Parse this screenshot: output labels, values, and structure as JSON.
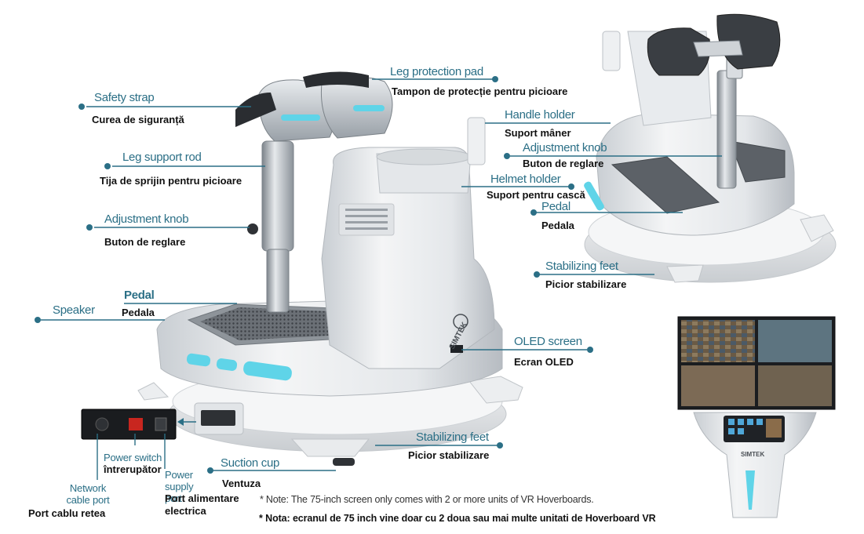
{
  "labels": {
    "leg_protection_pad": {
      "en": "Leg protection pad",
      "ro": "Tampon de protecție pentru picioare"
    },
    "safety_strap": {
      "en": "Safety strap",
      "ro": "Curea de siguranță"
    },
    "handle_holder": {
      "en": "Handle holder",
      "ro": "Suport mâner"
    },
    "adjustment_knob_right": {
      "en": "Adjustment knob",
      "ro": "Buton de reglare"
    },
    "leg_support_rod": {
      "en": "Leg support rod",
      "ro": "Tija de sprijin pentru picioare"
    },
    "helmet_holder": {
      "en": "Helmet holder",
      "ro": "Suport pentru cască"
    },
    "pedal_right": {
      "en": "Pedal",
      "ro": "Pedala"
    },
    "adjustment_knob_left": {
      "en": "Adjustment knob",
      "ro": "Buton de reglare"
    },
    "stabilizing_feet_right": {
      "en": "Stabilizing feet",
      "ro": "Picior stabilizare"
    },
    "speaker": {
      "en": "Speaker"
    },
    "pedal_left": {
      "en": "Pedal",
      "ro": "Pedala"
    },
    "oled_screen": {
      "en": "OLED screen",
      "ro": "Ecran OLED"
    },
    "stabilizing_feet_bottom": {
      "en": "Stabilizing feet",
      "ro": "Picior stabilizare"
    },
    "power_switch": {
      "en": "Power switch",
      "ro": "întrerupător"
    },
    "power_supply_port": {
      "en": "Power supply port",
      "ro": "Port alimentare electrica"
    },
    "suction_cup": {
      "en": "Suction cup",
      "ro": "Ventuza"
    },
    "network_cable_port": {
      "en": "Network cable port",
      "ro": "Port cablu retea"
    }
  },
  "brand": "SIMTEK",
  "notes": {
    "en": "* Note: The 75-inch screen only comes with 2 or more units of VR Hoverboards.",
    "ro": "* Nota: ecranul de 75 inch vine doar cu 2 doua sau mai multe unitati de Hoverboard VR"
  },
  "colors": {
    "label_teal": "#2b6f86",
    "accent_cyan": "#5fd4e8",
    "body_white": "#eef0f2",
    "steel": "#b9bec4",
    "dark": "#2a2d31"
  }
}
